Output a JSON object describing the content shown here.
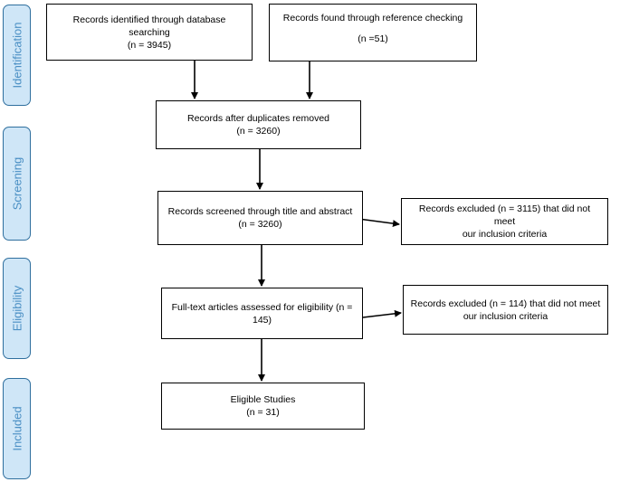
{
  "phases": {
    "identification": "Identification",
    "screening": "Screening",
    "eligibility": "Eligibility",
    "included": "Included"
  },
  "boxes": {
    "database": {
      "line1": "Records identified through database",
      "line2": "searching",
      "line3": "(n = 3945)"
    },
    "reference": {
      "line1": "Records found through reference checking",
      "line2": "(n =51)"
    },
    "duplicates": {
      "line1": "Records after duplicates removed",
      "line2": "(n = 3260)"
    },
    "screened": {
      "line1": "Records screened through title and abstract",
      "line2": "(n = 3260)"
    },
    "excluded_screening": {
      "line1": "Records excluded (n = 3115) that did not meet",
      "line2": "our inclusion criteria"
    },
    "fulltext": {
      "line1": "Full-text articles assessed for eligibility (n =",
      "line2": "145)"
    },
    "excluded_fulltext": {
      "line1": "Records excluded (n = 114) that did not meet",
      "line2": "our inclusion criteria"
    },
    "eligible": {
      "line1": "Eligible Studies",
      "line2": "(n = 31)"
    }
  },
  "colors": {
    "phase_fill": "#cfe6f7",
    "phase_border": "#2f6f9e",
    "phase_text": "#4a8fc4",
    "box_border": "#000000",
    "arrow": "#000000"
  }
}
